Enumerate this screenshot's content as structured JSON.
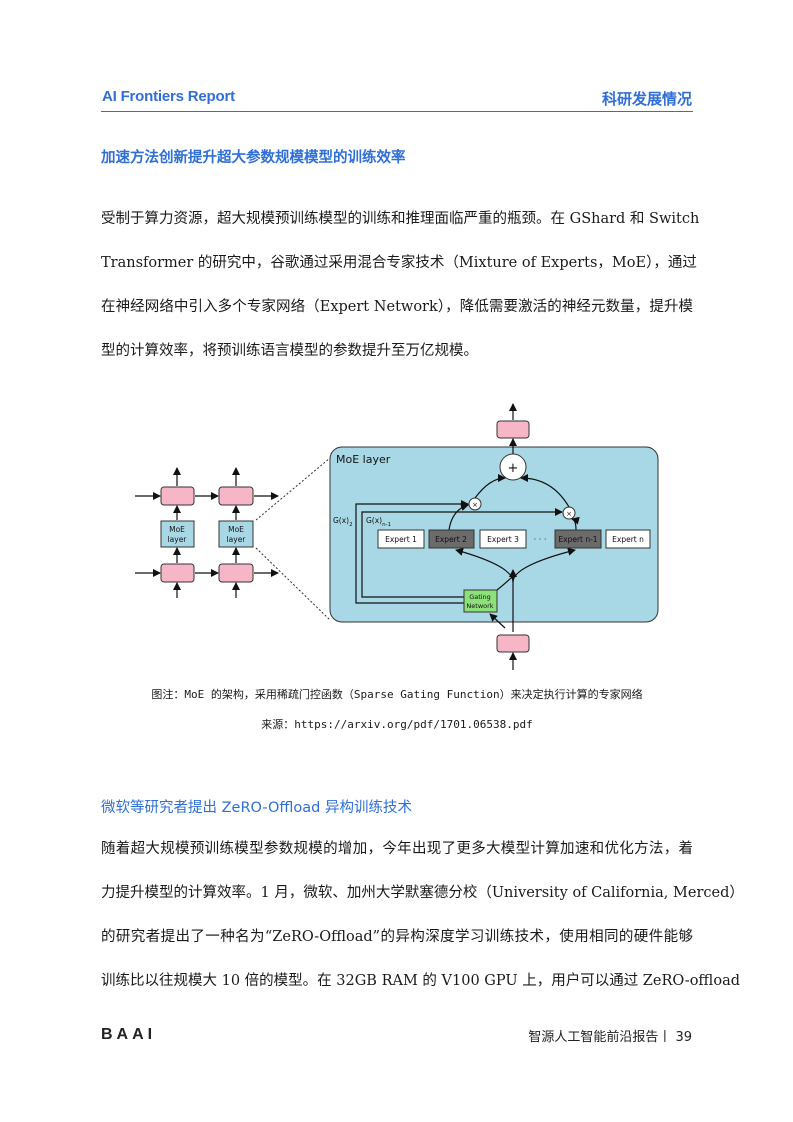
{
  "header": {
    "left": "AI Frontiers Report",
    "right": "科研发展情况"
  },
  "section1": {
    "title": "加速方法创新提升超大参数规模模型的训练效率",
    "lines": [
      "受制于算力资源，超大规模预训练模型的训练和推理面临严重的瓶颈。在 GShard 和 Switch",
      "Transformer 的研究中，谷歌通过采用混合专家技术（Mixture of Experts，MoE），通过",
      "在神经网络中引入多个专家网络（Expert Network），降低需要激活的神经元数量，提升模",
      "型的计算效率，将预训练语言模型的参数提升至万亿规模。"
    ]
  },
  "figure": {
    "moe_layer_title": "MoE layer",
    "small_block_line1": "MoE",
    "small_block_line2": "layer",
    "gx2": "G(x)",
    "gx2_sub": "2",
    "gxn": "G(x)",
    "gxn_sub": "n-1",
    "experts": [
      "Expert 1",
      "Expert 2",
      "Expert 3",
      "Expert n-1",
      "Expert n"
    ],
    "ellipsis": "· · ·",
    "gating_line1": "Gating",
    "gating_line2": "Network",
    "plus": "+",
    "times": "×",
    "caption": "图注：MoE 的架构，采用稀疏门控函数（Sparse Gating Function）来决定执行计算的专家网络",
    "source": "来源：https://arxiv.org/pdf/1701.06538.pdf"
  },
  "section2": {
    "title": "微软等研究者提出 ZeRO-Offload 异构训练技术",
    "lines": [
      "随着超大规模预训练模型参数规模的增加，今年出现了更多大模型计算加速和优化方法，着",
      "力提升模型的计算效率。1 月，微软、加州大学默塞德分校（University of California, Merced）",
      "的研究者提出了一种名为“ZeRO-Offload”的异构深度学习训练技术，使用相同的硬件能够",
      "训练比以往规模大 10 倍的模型。在 32GB RAM 的 V100 GPU 上，用户可以通过 ZeRO-offload"
    ]
  },
  "footer": {
    "logo": "BAAI",
    "right": "智源人工智能前沿报告丨 39"
  }
}
